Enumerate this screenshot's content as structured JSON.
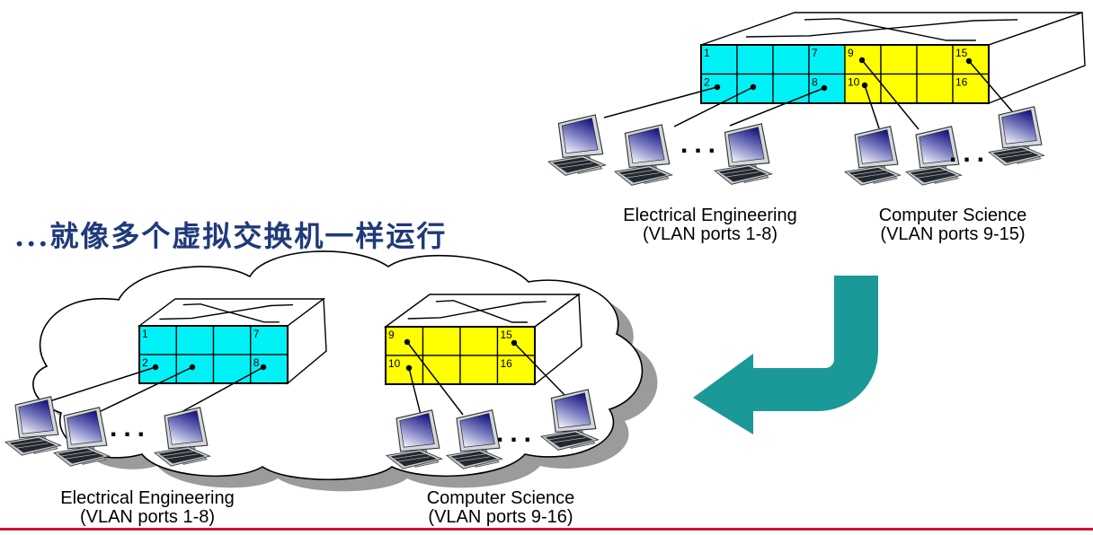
{
  "heading": {
    "text": "...就像多个虚拟交换机一样运行"
  },
  "colors": {
    "heading": "#1f3a7a",
    "vlan_ee": "#00f2f7",
    "vlan_cs": "#ffff00",
    "arrow": "#1b9999",
    "bottom_rule": "#cf1636"
  },
  "decor": {
    "ellipsis": "..."
  },
  "top_scene": {
    "switch": {
      "ports_row1": [
        "1",
        "",
        "",
        "7",
        "9",
        "",
        "",
        "15"
      ],
      "ports_row2": [
        "2",
        "",
        "",
        "8",
        "10",
        "",
        "",
        "16"
      ]
    },
    "groups": [
      {
        "name": "Electrical Engineering",
        "detail": "(VLAN ports 1-8)",
        "ellipsis": "..."
      },
      {
        "name": "Computer Science",
        "detail": "(VLAN ports 9-15)",
        "ellipsis": "..."
      }
    ]
  },
  "bottom_scene": {
    "switches": [
      {
        "ports_row1": [
          "1",
          "",
          "",
          "7"
        ],
        "ports_row2": [
          "2",
          "",
          "",
          "8"
        ]
      },
      {
        "ports_row1": [
          "9",
          "",
          "",
          "15"
        ],
        "ports_row2": [
          "10",
          "",
          "",
          "16"
        ]
      }
    ],
    "groups": [
      {
        "name": "Electrical Engineering",
        "detail": "(VLAN ports 1-8)",
        "ellipsis": "..."
      },
      {
        "name": "Computer Science",
        "detail": "(VLAN ports 9-16)",
        "ellipsis": "..."
      }
    ]
  }
}
